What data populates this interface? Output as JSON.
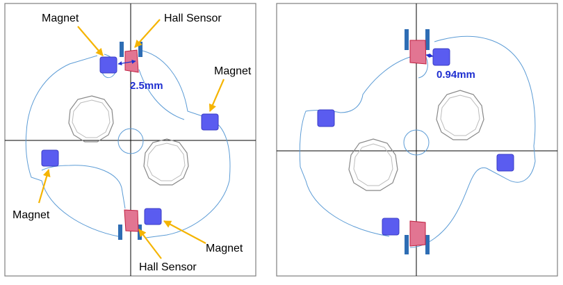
{
  "panels": [
    {
      "labels": {
        "magnet_top_left": "Magnet",
        "hall_sensor_top": "Hall Sensor",
        "magnet_right": "Magnet",
        "gap": "2.5mm",
        "magnet_left": "Magnet",
        "magnet_bottom_right": "Magnet",
        "hall_sensor_bottom": "Hall Sensor"
      }
    },
    {
      "labels": {
        "gap": "0.94mm"
      }
    }
  ],
  "colors": {
    "outline": "#5b9bd5",
    "magnet_fill": "#5a5cf0",
    "magnet_stroke": "#3a3cc4",
    "sensor_fill": "#e27592",
    "sensor_stroke": "#c02040",
    "pole": "#2e6db4",
    "arrow": "#f5b400",
    "gap_text": "#1f2fd0",
    "gap_arrow": "#1f2fd0",
    "axis": "#000000",
    "frame": "#7f7f7f",
    "bore": "#888888"
  }
}
